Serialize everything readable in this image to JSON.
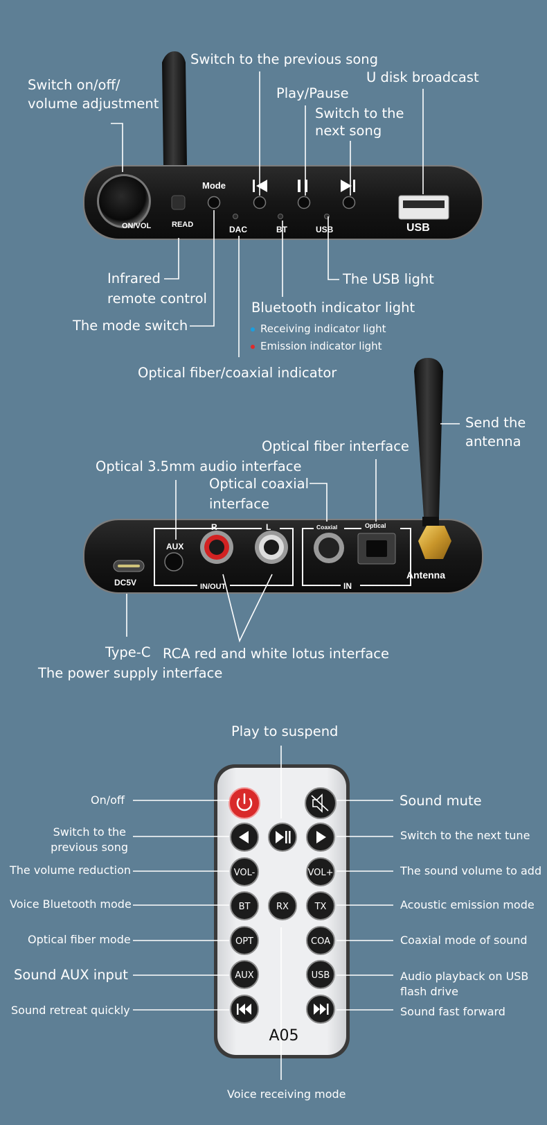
{
  "colors": {
    "background": "#5e7f95",
    "device": "#1a1a1a",
    "remote_body": "#e9eaec",
    "remote_button": "#1c1c1c",
    "power_button": "#d92a2a",
    "bt_receive_dot": "#1a9fe0",
    "bt_emit_dot": "#e02a2a"
  },
  "front_panel": {
    "callouts": {
      "prev_song": "Switch to the previous song",
      "u_disk": "U disk broadcast",
      "switch_volume_1": "Switch on/off/",
      "switch_volume_2": "volume adjustment",
      "play_pause": "Play/Pause",
      "next_song_1": "Switch to the",
      "next_song_2": "next song",
      "infrared_1": "Infrared",
      "infrared_2": "remote control",
      "usb_light": "The USB light",
      "bt_indicator": "Bluetooth indicator light",
      "receiving": "Receiving indicator light",
      "emission": "Emission indicator light",
      "mode_switch": "The mode switch",
      "optical_indicator": "Optical fiber/coaxial indicator"
    },
    "device_labels": {
      "on_vol": "ON/VOL",
      "read": "READ",
      "mode": "Mode",
      "dac": "DAC",
      "bt": "BT",
      "usb_led": "USB",
      "usb_port": "USB"
    }
  },
  "back_panel": {
    "callouts": {
      "send_antenna_1": "Send the",
      "send_antenna_2": "antenna",
      "optical_fiber": "Optical fiber interface",
      "optical_35": "Optical 3.5mm audio interface",
      "coaxial_1": "Optical coaxial",
      "coaxial_2": "interface",
      "type_c": "Type-C",
      "power_supply": "The power supply interface",
      "rca": "RCA red and white lotus interface"
    },
    "device_labels": {
      "aux": "AUX",
      "r": "R",
      "l": "L",
      "in_out": "IN/OUT",
      "coaxial": "Coaxial",
      "optical": "Optical",
      "in": "IN",
      "antenna": "Antenna",
      "dc5v": "DC5V"
    }
  },
  "remote": {
    "model": "A05",
    "buttons": {
      "vol_down": "VOL-",
      "vol_up": "VOL+",
      "bt": "BT",
      "rx": "RX",
      "tx": "TX",
      "opt": "OPT",
      "coa": "COA",
      "aux": "AUX",
      "usb": "USB"
    },
    "callouts": {
      "play_suspend": "Play to suspend",
      "on_off": "On/off",
      "mute": "Sound mute",
      "prev_1": "Switch to the",
      "prev_2": "previous song",
      "next_tune": "Switch to the next tune",
      "vol_reduce": "The volume reduction",
      "vol_add": "The sound volume to add",
      "bt_mode": "Voice Bluetooth mode",
      "emission_mode": "Acoustic emission mode",
      "fiber_mode": "Optical fiber mode",
      "coaxial_mode": "Coaxial mode of sound",
      "aux_input": "Sound AUX input",
      "usb_playback_1": "Audio playback on USB",
      "usb_playback_2": "flash drive",
      "retreat": "Sound retreat quickly",
      "fast_forward": "Sound fast forward",
      "receiving_mode": "Voice receiving mode"
    }
  }
}
